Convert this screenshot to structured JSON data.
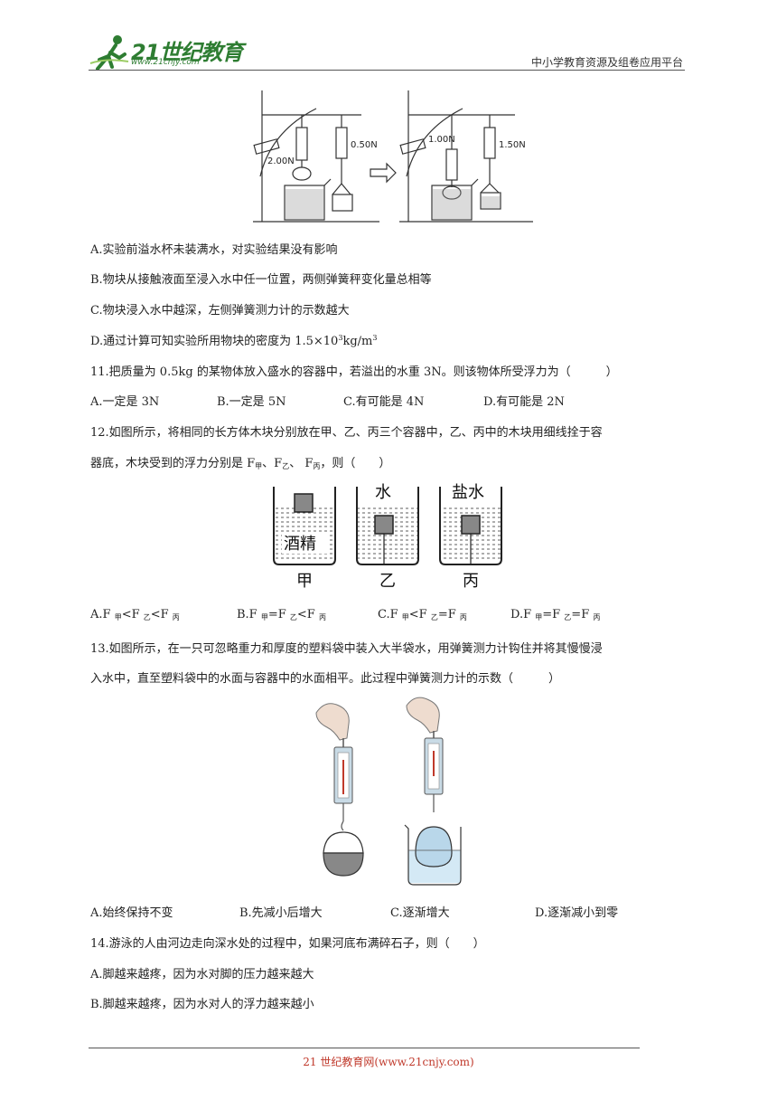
{
  "header": {
    "logo_text": "21世纪教育",
    "logo_url": "www.21cnjy.com",
    "right_text": "中小学教育资源及组卷应用平台"
  },
  "figure10": {
    "label_left_a": "2.00N",
    "label_left_b": "0.50N",
    "label_right_a": "1.00N",
    "label_right_b": "1.50N"
  },
  "q10": {
    "a": "A.实验前溢水杯未装满水，对实验结果没有影响",
    "b": "B.物块从接触液面至浸入水中任一位置，两侧弹簧秤变化量总相等",
    "c": "C.物块浸入水中越深，左侧弹簧测力计的示数越大",
    "d_prefix": "D.通过计算可知实验所用物块的密度为 1.5×10",
    "d_sup": "3",
    "d_suffix": "kg/m",
    "d_sup2": "3"
  },
  "q11": {
    "stem": "11.把质量为 0.5kg 的某物体放入盛水的容器中，若溢出的水重 3N。则该物体所受浮力为（　　　）",
    "a": "A.一定是 3N",
    "b": "B.一定是 5N",
    "c": "C.有可能是 4N",
    "d": "D.有可能是 2N"
  },
  "q12": {
    "stem_line1": "12.如图所示，将相同的长方体木块分别放在甲、乙、丙三个容器中，乙、丙中的木块用细线拴于容",
    "stem_line2_a": "器底，木块受到的浮力分别是 F",
    "sub_jia": "甲",
    "sep1": "、F",
    "sub_yi": "乙",
    "sep2": "、 F",
    "sub_bing": "丙",
    "stem_end": "，则（　　）",
    "fig_label_jiujing": "酒精",
    "fig_label_shui": "水",
    "fig_label_yanshui": "盐水",
    "fig_label_jia": "甲",
    "fig_label_yi": "乙",
    "fig_label_bing": "丙",
    "opt_a": {
      "p1": "A.F ",
      "s1": "甲",
      "p2": "<F ",
      "s2": "乙",
      "p3": "<F ",
      "s3": "丙"
    },
    "opt_b": {
      "p1": "B.F ",
      "s1": "甲",
      "p2": "=F ",
      "s2": "乙",
      "p3": "<F ",
      "s3": "丙"
    },
    "opt_c": {
      "p1": "C.F ",
      "s1": "甲",
      "p2": "<F ",
      "s2": "乙",
      "p3": "=F ",
      "s3": "丙"
    },
    "opt_d": {
      "p1": "D.F ",
      "s1": "甲",
      "p2": "=F ",
      "s2": "乙",
      "p3": "=F ",
      "s3": "丙"
    }
  },
  "q13": {
    "stem_line1": "13.如图所示，在一只可忽略重力和厚度的塑料袋中装入大半袋水，用弹簧测力计钩住并将其慢慢浸",
    "stem_line2": "入水中，直至塑料袋中的水面与容器中的水面相平。此过程中弹簧测力计的示数（　　　）",
    "a": "A.始终保持不变",
    "b": "B.先减小后增大",
    "c": "C.逐渐增大",
    "d": "D.逐渐减小到零"
  },
  "q14": {
    "stem": "14.游泳的人由河边走向深水处的过程中，如果河底布满碎石子，则（　　）",
    "a": "A.脚越来越疼，因为水对脚的压力越来越大",
    "b": "B.脚越来越疼，因为水对人的浮力越来越小"
  },
  "footer": {
    "text": "21 世纪教育网(www.21cnjy.com)"
  }
}
